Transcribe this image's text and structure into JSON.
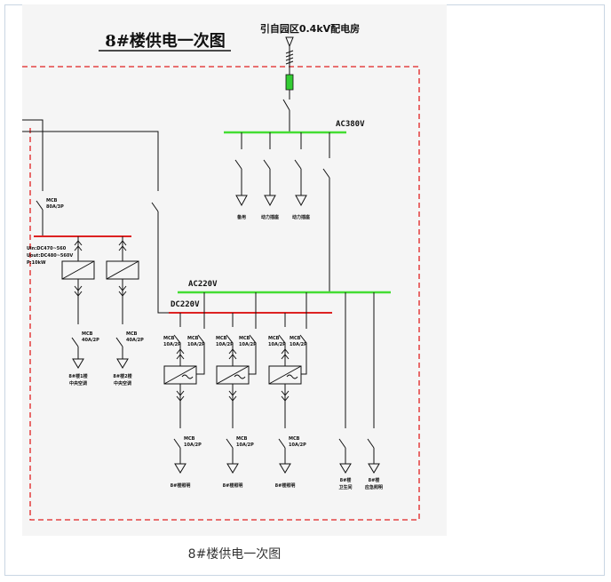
{
  "diagram": {
    "title": "8#楼供电一次图",
    "source_label": "引自园区0.4kV配电房",
    "bus_ac380": "AC380V",
    "bus_ac220": "AC220V",
    "bus_dc220": "DC220V",
    "left_breaker": {
      "name": "MCB",
      "rating": "80A/3P"
    },
    "rectifier_spec": {
      "line1": "Uin:DC470~560",
      "line2": "Uout:DC480~560V",
      "line3": "P:10kW"
    },
    "rectifier_outputs": [
      {
        "name": "MCB",
        "rating": "40A/2P",
        "label1": "8#楼1楼",
        "label2": "中央空调"
      },
      {
        "name": "MCB",
        "rating": "40A/2P",
        "label1": "8#楼2楼",
        "label2": "中央空调"
      }
    ],
    "feeders_380": [
      {
        "label": "备用"
      },
      {
        "label": "动力插座"
      },
      {
        "label": "动力插座"
      }
    ],
    "inverter_units": [
      {
        "in_left": {
          "name": "MCB",
          "rating": "10A/2P"
        },
        "in_right": {
          "name": "MCB",
          "rating": "10A/2P"
        },
        "out": {
          "name": "MCB",
          "rating": "10A/2P"
        },
        "load": "8#楼照明"
      },
      {
        "in_left": {
          "name": "MCB",
          "rating": "10A/2P"
        },
        "in_right": {
          "name": "MCB",
          "rating": "10A/2P"
        },
        "out": {
          "name": "MCB",
          "rating": "10A/2P"
        },
        "load": "8#楼照明"
      },
      {
        "in_left": {
          "name": "MCB",
          "rating": "10A/2P"
        },
        "in_right": {
          "name": "MCB",
          "rating": "10A/2P"
        },
        "out": {
          "name": "MCB",
          "rating": "10A/2P"
        },
        "load": "8#楼照明"
      }
    ],
    "ac220_feeders": [
      {
        "label1": "8#楼",
        "label2": "卫生间"
      },
      {
        "label1": "8#楼",
        "label2": "应急照明"
      }
    ]
  },
  "caption": "8#楼供电一次图",
  "colors": {
    "green_bus": "#44dd33",
    "red_bus": "#dd2222",
    "dashed_border": "#e02020",
    "fuse": "#33cc33"
  }
}
